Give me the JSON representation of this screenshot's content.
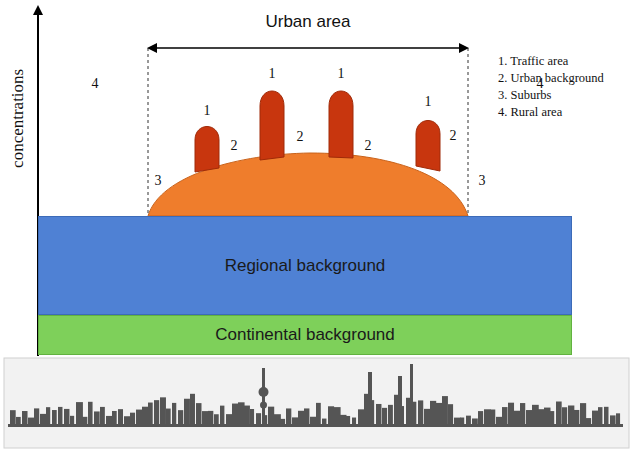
{
  "diagram": {
    "nodes": [
      {
        "text": [
          "Regional background"
        ]
      },
      {
        "text": [
          "Continental background"
        ]
      }
    ],
    "labels": [
      "concentrations",
      "Urban area",
      "1. Traffic area",
      "2. Urban background",
      "3. Suburbs",
      "4. Rural area",
      "4",
      "1",
      "2",
      "1",
      "2",
      "1",
      "2",
      "1",
      "2",
      "3",
      "3",
      "4"
    ]
  }
}
